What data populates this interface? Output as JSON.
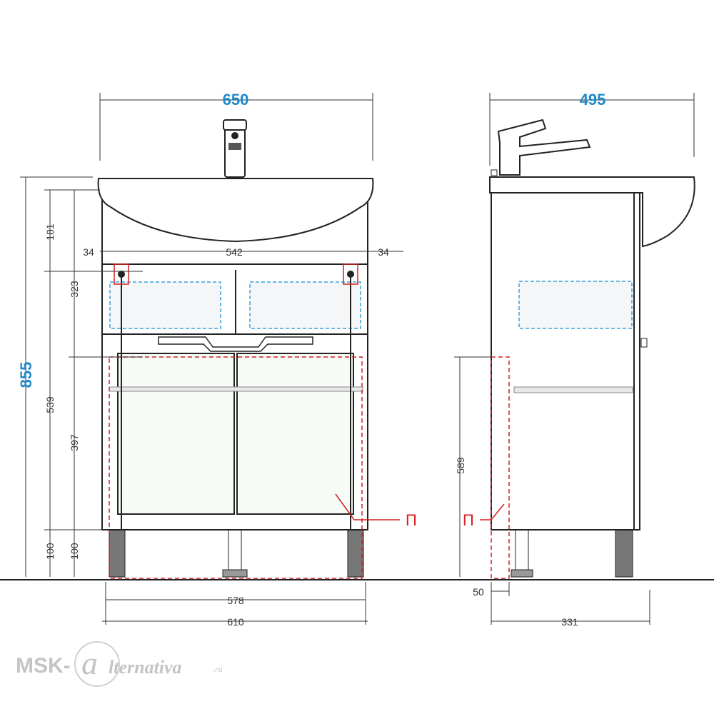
{
  "front": {
    "width_total": "650",
    "height_total": "855",
    "h_basin": "181",
    "h_drawer": "323",
    "h_body": "539",
    "h_doors": "397",
    "h_legs_a": "100",
    "h_legs_b": "100",
    "side_left": "34",
    "inner_width": "542",
    "side_right": "34",
    "pipe_width": "578",
    "body_width": "610",
    "pipe_marker": "П"
  },
  "side": {
    "width_total": "495",
    "pipe_height": "589",
    "pipe_offset": "50",
    "depth": "331",
    "pipe_marker": "П"
  },
  "watermark": {
    "part1": "MSK-",
    "at": "a",
    "part2": "lternativa",
    "tld": ".ru"
  },
  "colors": {
    "dimension_blue": "#1e88c8",
    "pipe_red": "#d32020",
    "drawer_blue": "#3aa0dc"
  }
}
